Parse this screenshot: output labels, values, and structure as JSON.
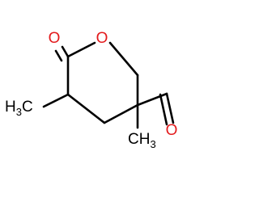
{
  "molecule": {
    "atoms": {
      "carbonyl_oxygen": "O",
      "ring_oxygen": "O",
      "aldehyde_oxygen": "O",
      "methyl_left": {
        "main": "H",
        "sub": "3",
        "tail": "C"
      },
      "methyl_right": {
        "main": "CH",
        "sub": "3"
      }
    },
    "colors": {
      "bond": "#000000",
      "oxygen": "#e31a1c",
      "carbon_label": "#000000"
    }
  }
}
